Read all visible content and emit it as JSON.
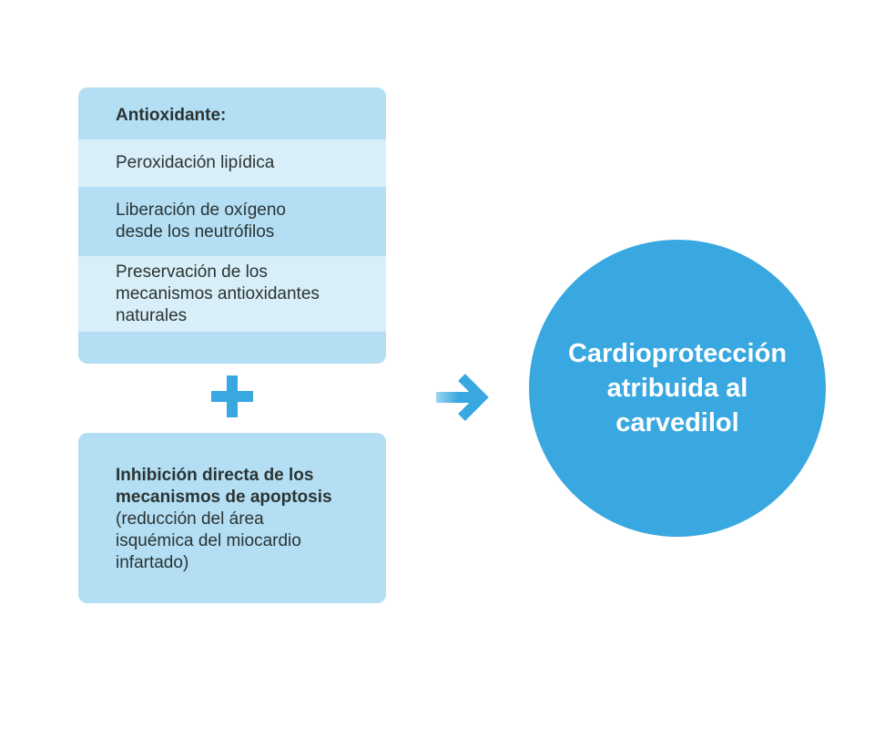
{
  "colors": {
    "box_dark": "#b3def4",
    "box_light": "#d8eef9",
    "accent": "#39a8e0",
    "text": "#2b3432",
    "circle_text": "#ffffff"
  },
  "antioxidant": {
    "title": "Antioxidante:",
    "items": [
      {
        "lines": [
          "Peroxidación lipídica"
        ]
      },
      {
        "lines": [
          "Liberación de oxígeno",
          "desde los neutrófilos"
        ]
      },
      {
        "lines": [
          "Preservación de los",
          "mecanismos antioxidantes",
          "naturales"
        ]
      }
    ]
  },
  "combine_icon": "plus-icon",
  "apoptosis": {
    "title_lines": [
      "Inhibición directa de los",
      "mecanismos de apoptosis"
    ],
    "detail_lines": [
      "(reducción del área",
      "isquémica del miocardio",
      "infartado)"
    ]
  },
  "flow_icon": "arrow-right-icon",
  "result": {
    "lines": [
      "Cardioprotección",
      "atribuida al",
      "carvedilol"
    ]
  }
}
